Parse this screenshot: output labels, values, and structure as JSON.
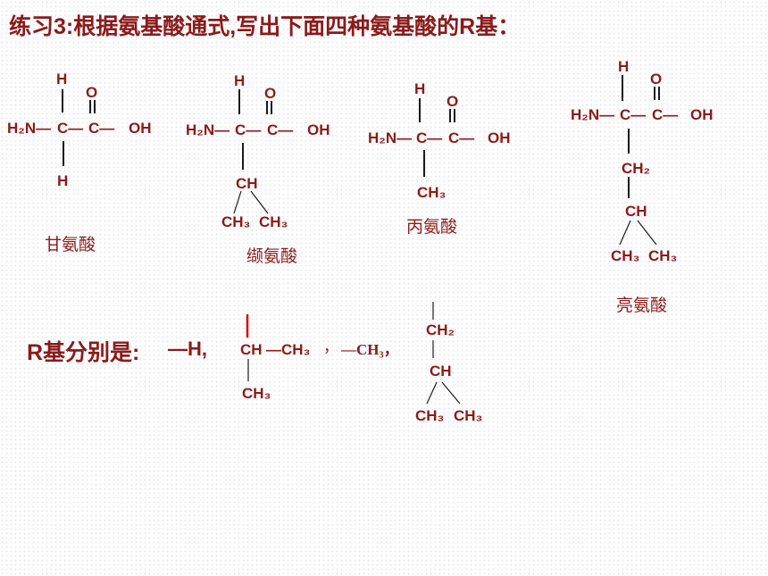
{
  "title": "练习3:根据氨基酸通式,写出下面四种氨基酸的R基：",
  "atoms": {
    "h": "H",
    "o": "O",
    "h2n": "H₂N—",
    "c": "C—",
    "oh": "OH",
    "ch": "CH",
    "ch2": "CH₂",
    "ch3": "CH₃"
  },
  "names": {
    "glycine": "甘氨酸",
    "valine": "缬氨酸",
    "alanine": "丙氨酸",
    "leucine": "亮氨酸"
  },
  "answer": {
    "label": "R基分别是:",
    "r1": "—H,",
    "ch": "CH",
    "dash_ch3": "—CH₃",
    "comma1": "，",
    "r3": "—CH₃，",
    "ch3": "CH₃",
    "ch2": "CH₂"
  },
  "colors": {
    "text": "#8b1a1a",
    "bond": "#1a1a1a",
    "highlight": "#d40000"
  }
}
